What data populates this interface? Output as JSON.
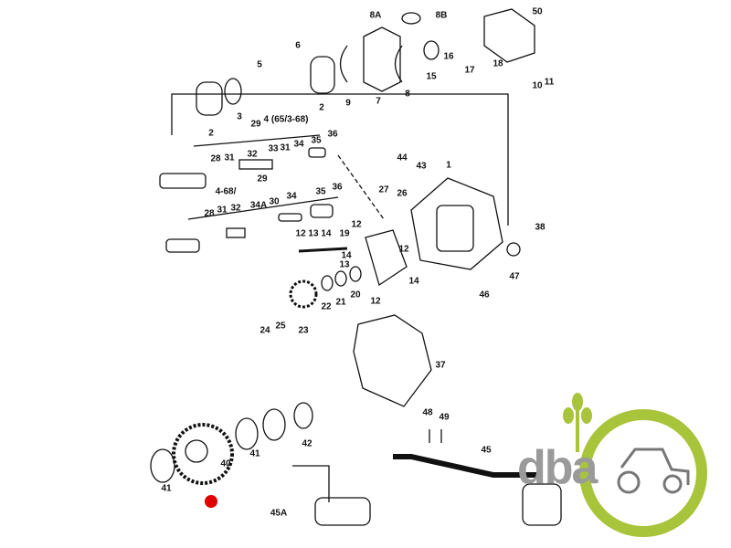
{
  "diagram": {
    "labels": [
      "8A",
      "8B",
      "50",
      "6",
      "5",
      "16",
      "17",
      "18",
      "10",
      "11",
      "2",
      "3",
      "4 (65/3-68)",
      "2",
      "9",
      "7",
      "8",
      "15",
      "29",
      "32",
      "33",
      "31",
      "34",
      "35",
      "36",
      "28",
      "31",
      "44",
      "43",
      "1",
      "4-68/",
      "29",
      "28",
      "31",
      "32",
      "34A",
      "30",
      "34",
      "35",
      "36",
      "27",
      "26",
      "12",
      "12 13 14",
      "19",
      "14",
      "13",
      "12",
      "14",
      "12",
      "38",
      "47",
      "46",
      "24",
      "25",
      "23",
      "22",
      "21",
      "20",
      "37",
      "48",
      "49",
      "45",
      "41",
      "40",
      "41",
      "42",
      "45A"
    ],
    "marker_color": "#e00000"
  },
  "logo": {
    "text": "dba",
    "ring_color": "#a8c43a",
    "text_color": "#9a9a9a"
  }
}
